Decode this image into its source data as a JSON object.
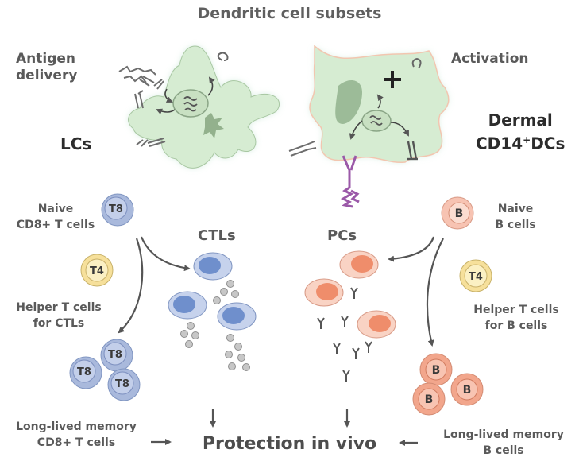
{
  "title": "Dendritic cell subsets",
  "lc": {
    "left_label": [
      "Antigen",
      "delivery"
    ],
    "name": "LCs"
  },
  "dermal": {
    "right_label": "Activation",
    "name_line1": "Dermal",
    "name_line2_a": "CD14",
    "name_line2_sup": "+",
    "name_line2_b": "DCs"
  },
  "left_branch": {
    "naive": [
      "Naive",
      "CD8+ T cells"
    ],
    "naive_cell": "T8",
    "helper_cell": "T4",
    "helper": [
      "Helper T cells",
      "for CTLs"
    ],
    "memory_cells": [
      "T8",
      "T8",
      "T8"
    ],
    "memory": [
      "Long-lived memory",
      "CD8+ T cells"
    ],
    "effector": "CTLs"
  },
  "right_branch": {
    "naive": [
      "Naive",
      "B cells"
    ],
    "naive_cell": "B",
    "helper_cell": "T4",
    "helper": [
      "Helper T cells",
      "for B cells"
    ],
    "memory_cells": [
      "B",
      "B",
      "B"
    ],
    "memory": [
      "Long-lived memory",
      "B cells"
    ],
    "effector": "PCs"
  },
  "outcome": "Protection in vivo",
  "colors": {
    "dc_fill": "#d6ecd2",
    "t_cell": "#a9b9dc",
    "t_nucleus": "#6f8fcc",
    "t4_cell": "#fbeaa6",
    "b_cell": "#f7c3b2",
    "b_nucleus": "#ef8d6b",
    "receptor": "#9b59a8",
    "arrow": "#555555"
  }
}
